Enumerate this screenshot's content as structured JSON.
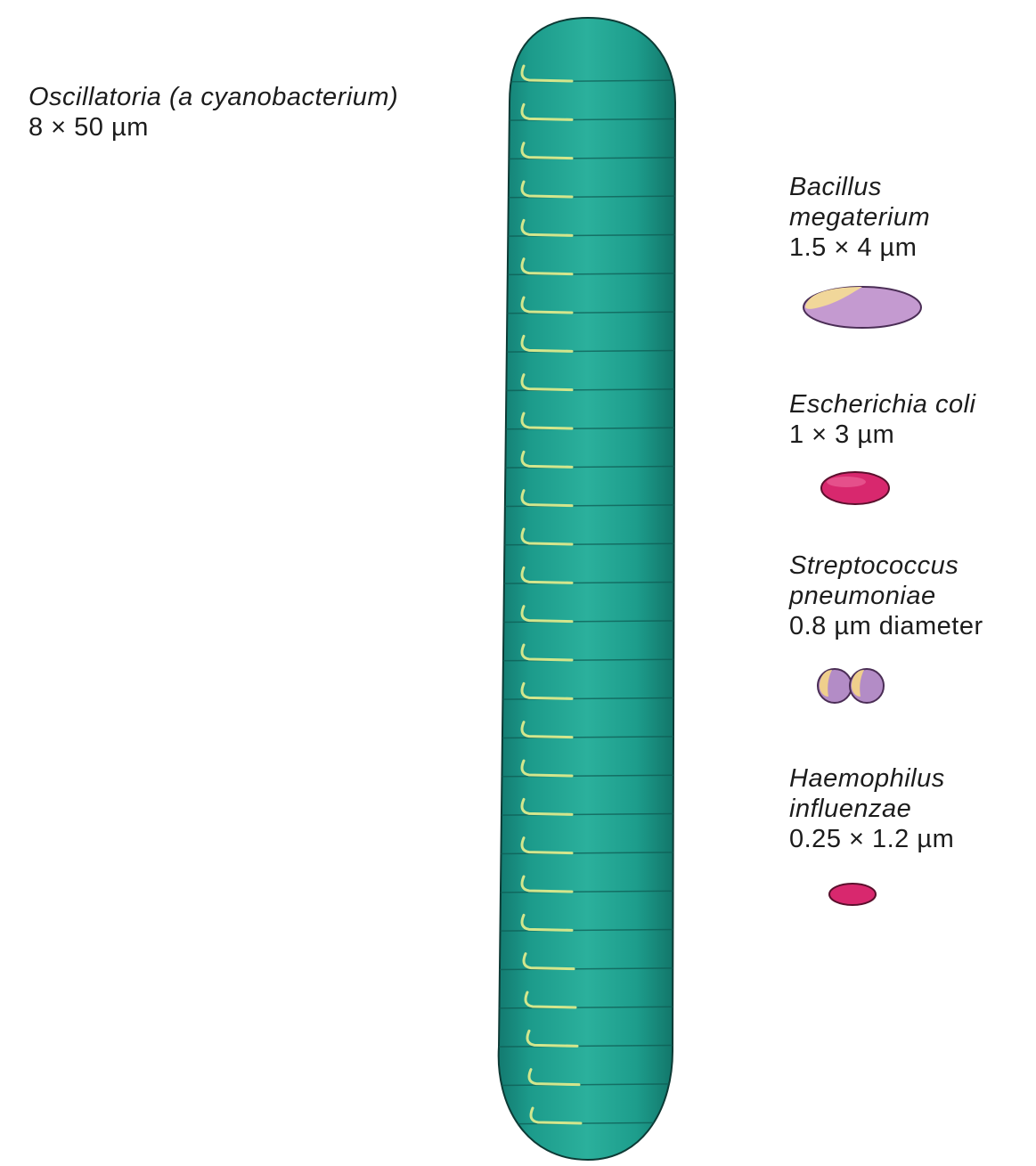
{
  "organisms": [
    {
      "id": "oscillatoria",
      "name": "Oscillatoria (a cyanobacterium)",
      "size": "8 × 50 µm",
      "color": "#1f9e8e"
    },
    {
      "id": "bacillus",
      "name_lines": [
        "Bacillus",
        "megaterium"
      ],
      "size": "1.5 × 4 µm",
      "color": "#c49ad0",
      "cap_color": "#f1d79a"
    },
    {
      "id": "ecoli",
      "name_lines": [
        "Escherichia coli"
      ],
      "size": "1 × 3 µm",
      "color": "#d8286e"
    },
    {
      "id": "streptococcus",
      "name_lines": [
        "Streptococcus",
        "pneumoniae"
      ],
      "size": "0.8 µm diameter",
      "color": "#b38cc6",
      "cap_color": "#efcf8c"
    },
    {
      "id": "haemophilus",
      "name_lines": [
        "Haemophilus",
        "influenzae"
      ],
      "size": "0.25 × 1.2 µm",
      "color": "#d8286e"
    }
  ],
  "oscillatoria_cell_count": 28
}
